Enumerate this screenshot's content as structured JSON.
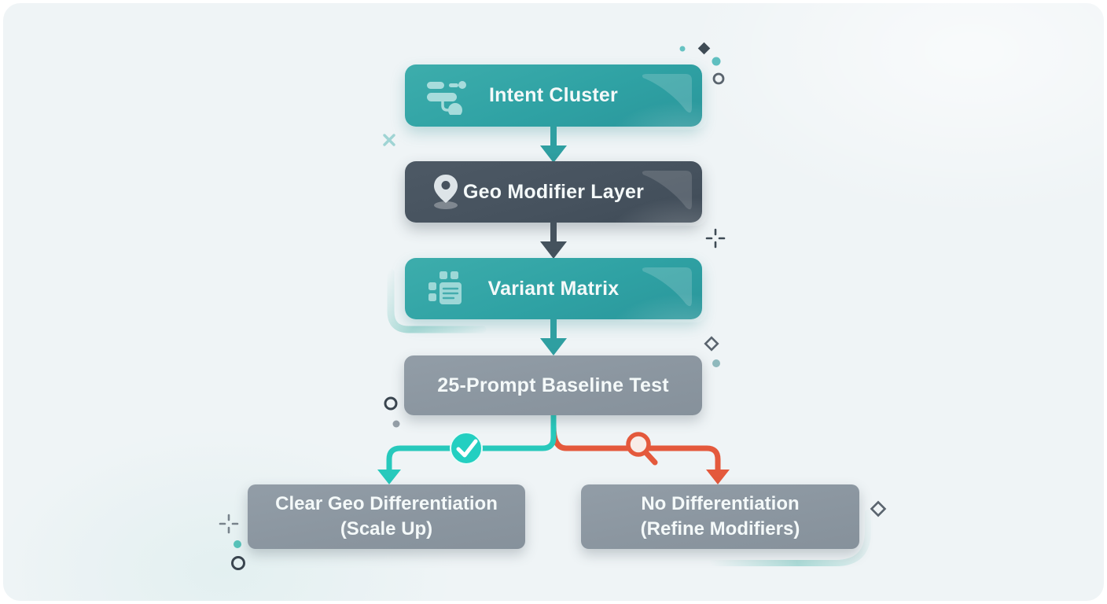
{
  "canvas": {
    "background": "#eff4f6",
    "type": "flowchart-diagram"
  },
  "flowchart": {
    "nodes": [
      {
        "id": "intent-cluster",
        "label": "Intent Cluster",
        "icon": "cluster-icon",
        "fill": "#2fa2a4",
        "text_color": "#f4f9f9"
      },
      {
        "id": "geo-modifier-layer",
        "label": "Geo Modifier Layer",
        "icon": "location-pin-icon",
        "fill": "#46525e",
        "text_color": "#f4f9f9"
      },
      {
        "id": "variant-matrix",
        "label": "Variant Matrix",
        "icon": "matrix-grid-icon",
        "fill": "#2fa2a4",
        "text_color": "#f4f9f9"
      },
      {
        "id": "baseline-test",
        "label": "25-Prompt Baseline Test",
        "icon": null,
        "fill": "#8b96a0",
        "text_color": "#f4f9f9"
      },
      {
        "id": "scale-up",
        "label_line1": "Clear Geo Differentiation",
        "label_line2": "(Scale Up)",
        "fill": "#8b96a0",
        "text_color": "#f4f9f9"
      },
      {
        "id": "refine-modifiers",
        "label_line1": "No Differentiation",
        "label_line2": "(Refine Modifiers)",
        "fill": "#8b96a0",
        "text_color": "#f4f9f9"
      }
    ],
    "connectors": [
      {
        "from": "intent-cluster",
        "to": "geo-modifier-layer",
        "style": "arrow-down",
        "color": "#2f9fa1"
      },
      {
        "from": "geo-modifier-layer",
        "to": "variant-matrix",
        "style": "arrow-down",
        "color": "#45525d"
      },
      {
        "from": "variant-matrix",
        "to": "baseline-test",
        "style": "arrow-down",
        "color": "#2f9fa1"
      },
      {
        "from": "baseline-test",
        "to": "scale-up",
        "style": "elbow-left-arrow",
        "color": "#27c9bc",
        "badge_icon": "checkmark-icon"
      },
      {
        "from": "baseline-test",
        "to": "refine-modifiers",
        "style": "elbow-right-arrow",
        "color": "#e4593c",
        "badge_icon": "magnifier-icon"
      }
    ],
    "decorations": [
      {
        "icon": "dot",
        "color": "#66c2c2"
      },
      {
        "icon": "diamond-filled",
        "color": "#3f4b55"
      },
      {
        "icon": "dot",
        "color": "#5fbfc0"
      },
      {
        "icon": "ring",
        "color": "#5a646e"
      },
      {
        "icon": "x-mark",
        "color": "#9fd4d4"
      },
      {
        "icon": "crosshair",
        "color": "#3f4b55"
      },
      {
        "icon": "diamond-outline",
        "color": "#5a646e"
      },
      {
        "icon": "dot",
        "color": "#8fb9bd"
      },
      {
        "icon": "ring",
        "color": "#3a454f"
      },
      {
        "icon": "dot",
        "color": "#949ea7"
      },
      {
        "icon": "crosshair",
        "color": "#78838c"
      },
      {
        "icon": "dot",
        "color": "#58c3ba"
      },
      {
        "icon": "ring",
        "color": "#3a454f"
      },
      {
        "icon": "diamond-outline",
        "color": "#5a646e"
      },
      {
        "icon": "swoosh-curve",
        "color": "#9ed6d1"
      },
      {
        "icon": "corner-glow",
        "color": "#9ed6d1"
      }
    ]
  }
}
